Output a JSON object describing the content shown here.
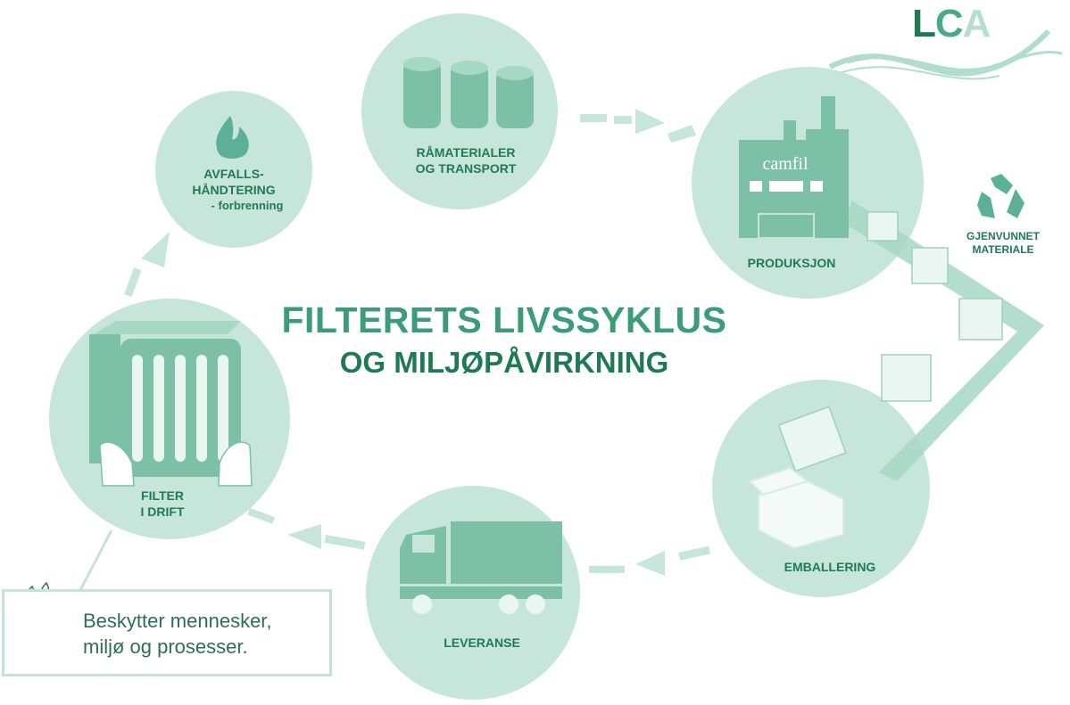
{
  "title": {
    "line1": "FILTERETS LIVSSYKLUS",
    "line2": "OG MILJØPÅVIRKNING"
  },
  "logo": {
    "l": "L",
    "c": "C",
    "a": "A"
  },
  "stages": {
    "raw": {
      "line1": "RÅMATERIALER",
      "line2": "OG TRANSPORT"
    },
    "production": {
      "label": "PRODUKSJON",
      "brand": "camfil"
    },
    "packaging": {
      "label": "EMBALLERING"
    },
    "delivery": {
      "label": "LEVERANSE"
    },
    "operation": {
      "line1": "FILTER",
      "line2": "I DRIFT"
    },
    "waste": {
      "line1": "AVFALLS-",
      "line2": "HÅNDTERING",
      "line3": "- forbrenning"
    }
  },
  "recycled": {
    "line1": "GJENVUNNET",
    "line2": "MATERIALE"
  },
  "benefit": {
    "line1": "Beskytter mennesker,",
    "line2": "miljø og prosesser."
  },
  "colors": {
    "circle": "#c6e5db",
    "icon": "#7cc0a8",
    "text": "#1f7a55",
    "title": "#3c9c78"
  }
}
